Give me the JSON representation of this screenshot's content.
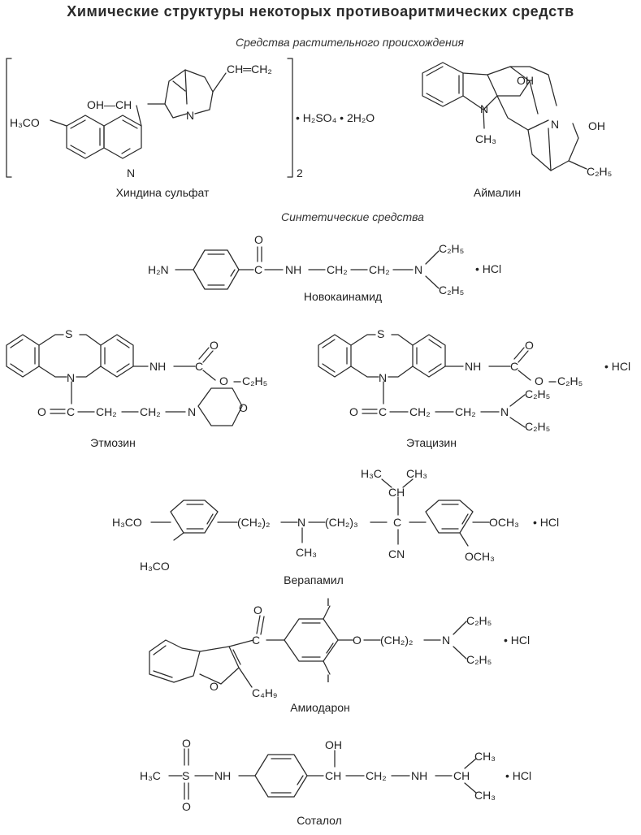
{
  "title": "Химические структуры некоторых противоаритмических средств",
  "sections": {
    "plant": "Средства растительного происхождения",
    "synthetic": "Синтетические средства"
  },
  "compounds": {
    "quinidine": "Хиндина сульфат",
    "ajmaline": "Аймалин",
    "novocainamide": "Новокаинамид",
    "ethmozine": "Этмозин",
    "ethacizine": "Этацизин",
    "verapamil": "Верапамил",
    "amiodarone": "Амиодарон",
    "sotalol": "Соталол"
  },
  "salts": {
    "quinidine": "• H₂SO₄ • 2H₂O",
    "hcl": "• HCl",
    "bracket_index": "2"
  },
  "groups": {
    "h3co": "H₃CO",
    "och3": "OCH₃",
    "oh_ch": "OH—CH",
    "vinyl": "CH═CH₂",
    "n": "N",
    "oh": "OH",
    "ch3": "CH₃",
    "c2h5": "C₂H₅",
    "c4h9": "C₄H₉",
    "h2n": "H₂N",
    "nh": "NH",
    "o": "O",
    "s": "S",
    "i": "I",
    "cn": "CN",
    "ch": "CH",
    "c": "C",
    "ch2": "CH₂",
    "ch2_2": "(CH₂)₂",
    "ch2_3": "(CH₂)₃",
    "h3c": "H₃C"
  }
}
